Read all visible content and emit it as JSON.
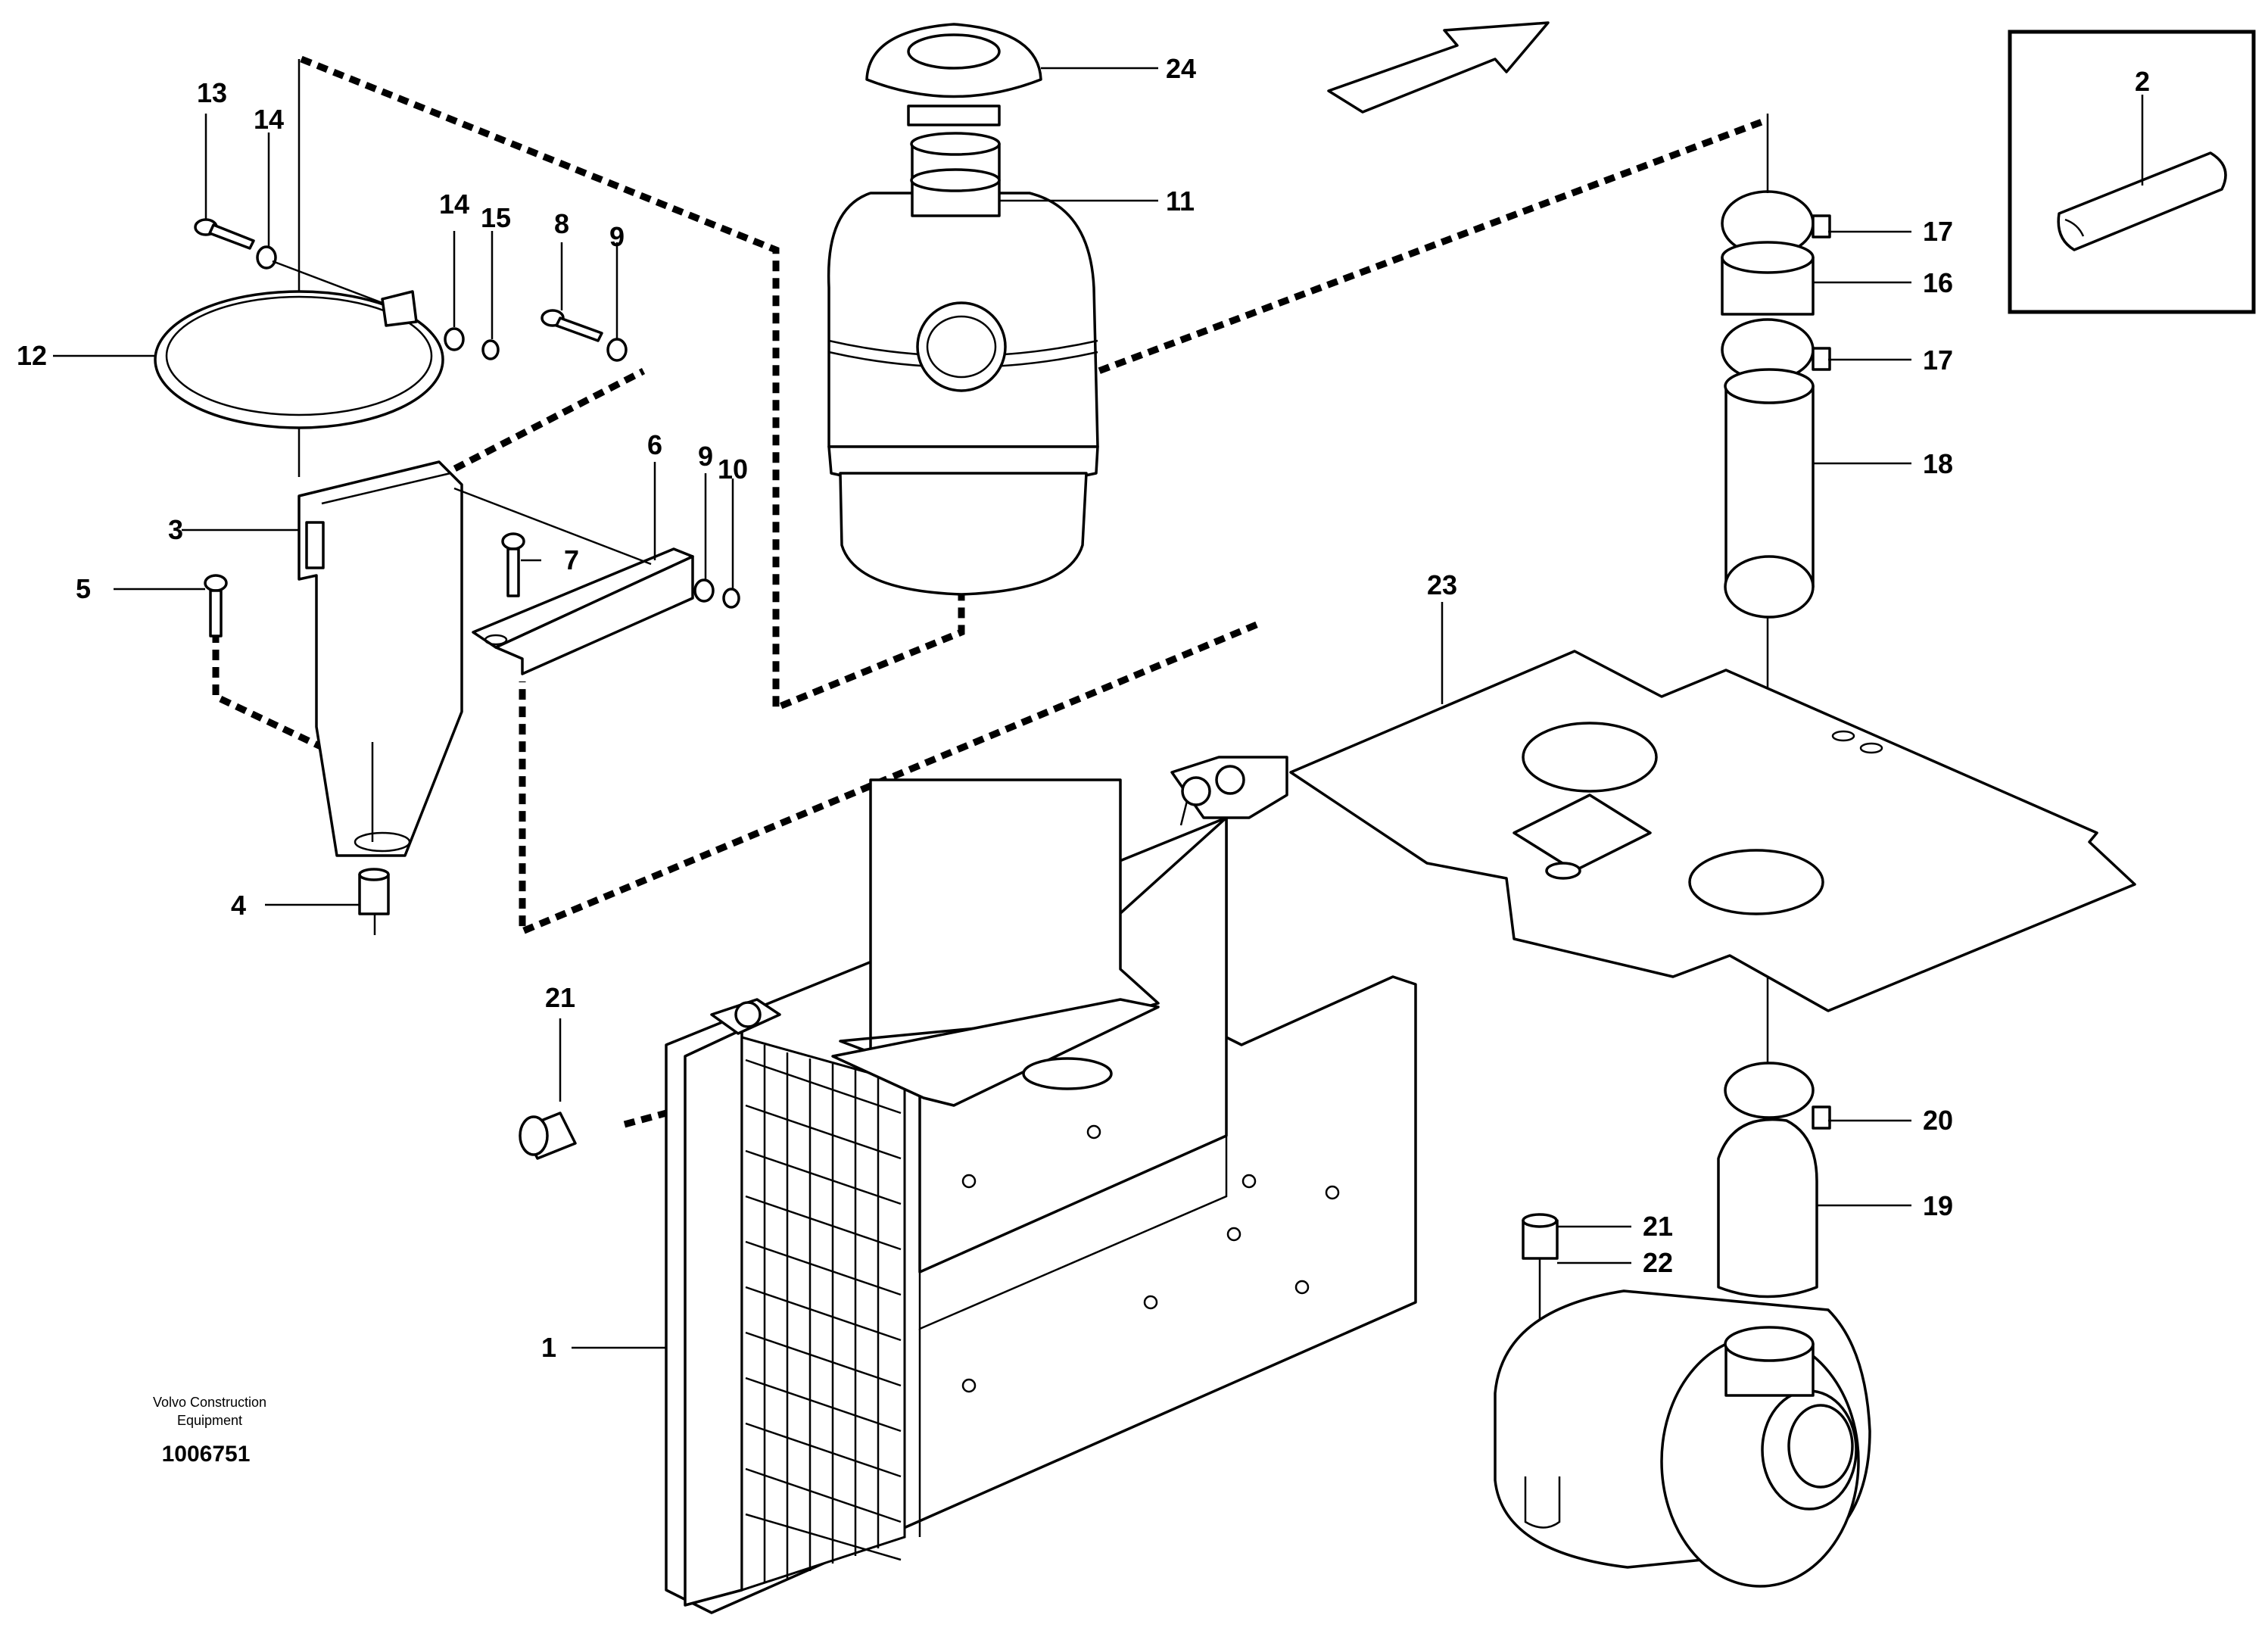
{
  "diagram": {
    "brand_line1": "Volvo Construction",
    "brand_line2": "Equipment",
    "drawing_number": "1006751",
    "callouts": {
      "c1": "1",
      "c2": "2",
      "c3": "3",
      "c4": "4",
      "c5": "5",
      "c6": "6",
      "c7": "7",
      "c8": "8",
      "c9a": "9",
      "c9b": "9",
      "c10": "10",
      "c11": "11",
      "c12": "12",
      "c13": "13",
      "c14a": "14",
      "c14b": "14",
      "c15": "15",
      "c16": "16",
      "c17a": "17",
      "c17b": "17",
      "c18": "18",
      "c19": "19",
      "c20": "20",
      "c21a": "21",
      "c21b": "21",
      "c22": "22",
      "c23": "23",
      "c24": "24"
    }
  }
}
